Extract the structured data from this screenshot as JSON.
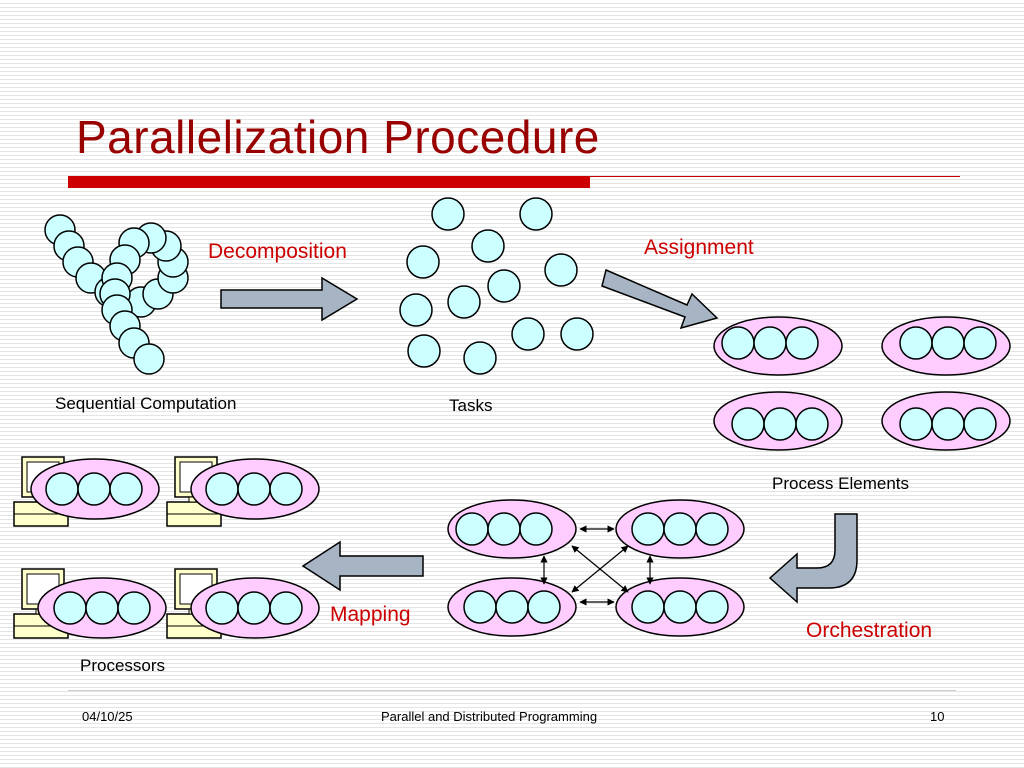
{
  "slide": {
    "title": "Parallelization Procedure",
    "labels": {
      "sequential": "Sequential Computation",
      "tasks": "Tasks",
      "process_elements": "Process Elements",
      "processors": "Processors"
    },
    "steps": {
      "decomposition": "Decomposition",
      "assignment": "Assignment",
      "orchestration": "Orchestration",
      "mapping": "Mapping"
    },
    "footer": {
      "date": "04/10/25",
      "course": "Parallel and Distributed Programming",
      "page": "10"
    }
  },
  "colors": {
    "title": "#990000",
    "accent_bar": "#cc0000",
    "step_label": "#cc0000",
    "task_fill": "#ccffff",
    "process_fill": "#ffccff",
    "arrow_fill": "#a6b4c4"
  }
}
